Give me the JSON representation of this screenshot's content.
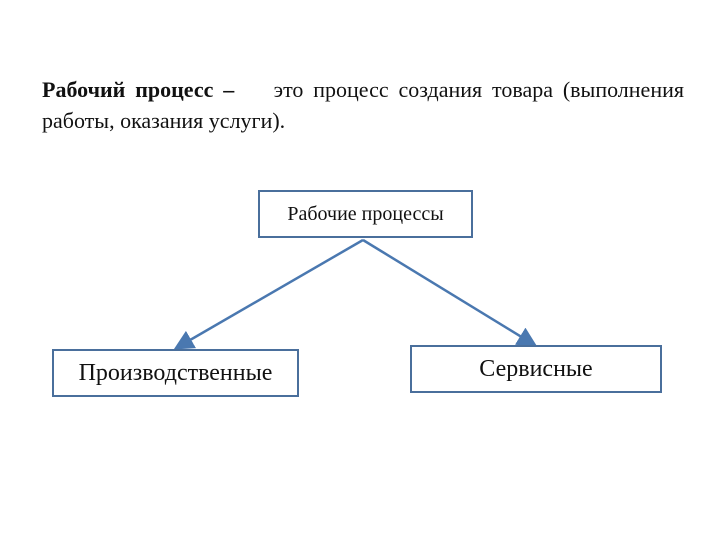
{
  "definition": {
    "term": "Рабочий процесс –",
    "text": "это процесс создания товара (выполнения работы, оказания услуги)."
  },
  "diagram": {
    "root": {
      "label": "Рабочие процессы"
    },
    "children": [
      {
        "label": "Производственные"
      },
      {
        "label": "Сервисные"
      }
    ]
  },
  "colors": {
    "connector": "#4a78b0",
    "box_border": "#4a6f9c",
    "text": "#111111",
    "background": "#ffffff"
  }
}
